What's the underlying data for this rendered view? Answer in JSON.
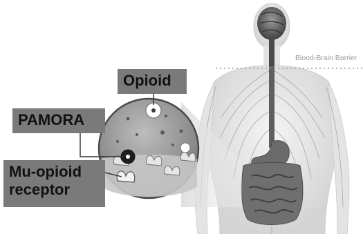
{
  "labels": {
    "opioid": "Opioid",
    "pamora": "PAMORA",
    "mu_opioid_receptor": "Mu-opioid receptor",
    "blood_brain_barrier": "Blood-Brain Barrier"
  },
  "colors": {
    "label_box": "#7a7a7a",
    "label_text": "#111111",
    "body_shade": "#d9d9d9",
    "organ_shade": "#6b6b6b",
    "barrier_line": "#9a9a9a"
  }
}
